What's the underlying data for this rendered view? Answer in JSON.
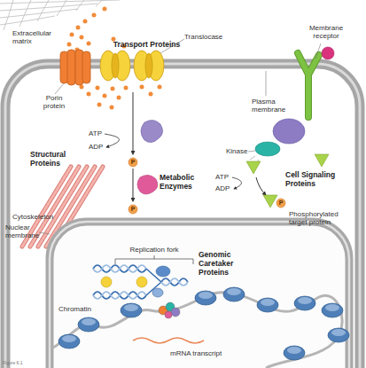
{
  "diagram": {
    "caption": "Figure 6.1",
    "labels": [
      "Extracellular matrix",
      "Transport Proteins",
      "Translocase",
      "Membrane receptor",
      "Porin protein",
      "Plasma membrane",
      "ATP",
      "ADP",
      "P",
      "Structural Proteins",
      "Metabolic Enzymes",
      "Kinase",
      "ATP",
      "ADP",
      "Cell Signaling Proteins",
      "P",
      "P",
      "Phosphorylated target protein",
      "Cytoskeleton",
      "Nuclear membrane",
      "Replication fork",
      "Genomic Caretaker Proteins",
      "Chromatin",
      "mRNA transcript"
    ]
  }
}
